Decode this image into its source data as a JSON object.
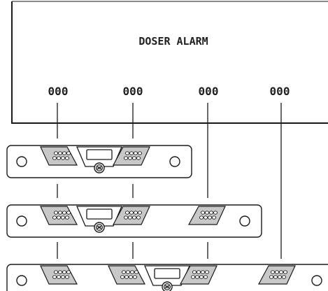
{
  "display": {
    "title": "DOSER ALARM",
    "readouts": [
      "000",
      "000",
      "000",
      "000"
    ]
  },
  "colors": {
    "stroke": "#1a1a1a",
    "panel_fill": "#ffffff",
    "keypad_fill": "#c8c8c8",
    "button_fill": "#ffffff"
  }
}
